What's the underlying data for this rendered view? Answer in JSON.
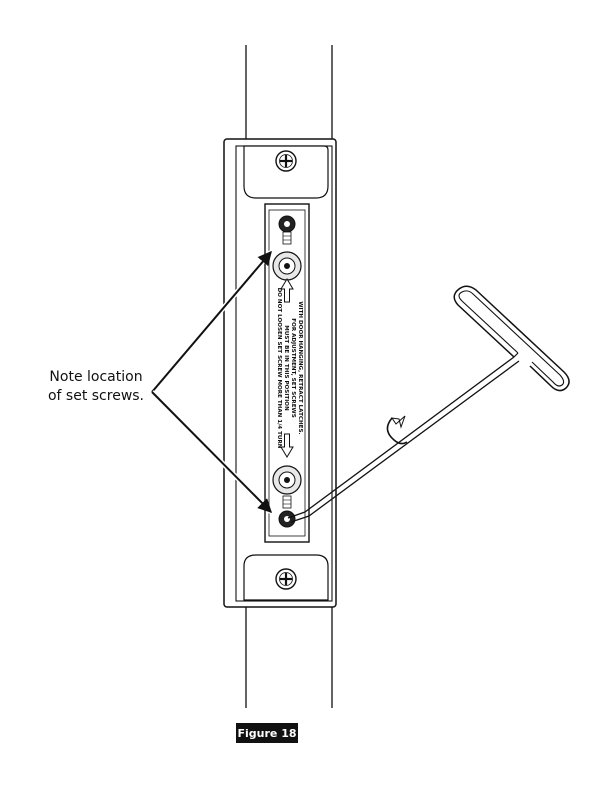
{
  "callout": {
    "line1": "Note location",
    "line2": "of set screws."
  },
  "plate_text": {
    "line1": "WITH DOOR HANGING, RETRACT LATCHES.",
    "line2": "FOR ADJUSTMENT, SET SCREWS",
    "line3": "MUST BE IN THIS POSITION",
    "line4": "DO NOT LOOSEN SET SCREW MORE THAN 1/4 TURN"
  },
  "figure": {
    "label": "Figure 18"
  },
  "colors": {
    "ink": "#111111",
    "badge_bg": "#111111",
    "badge_text": "#ffffff"
  }
}
